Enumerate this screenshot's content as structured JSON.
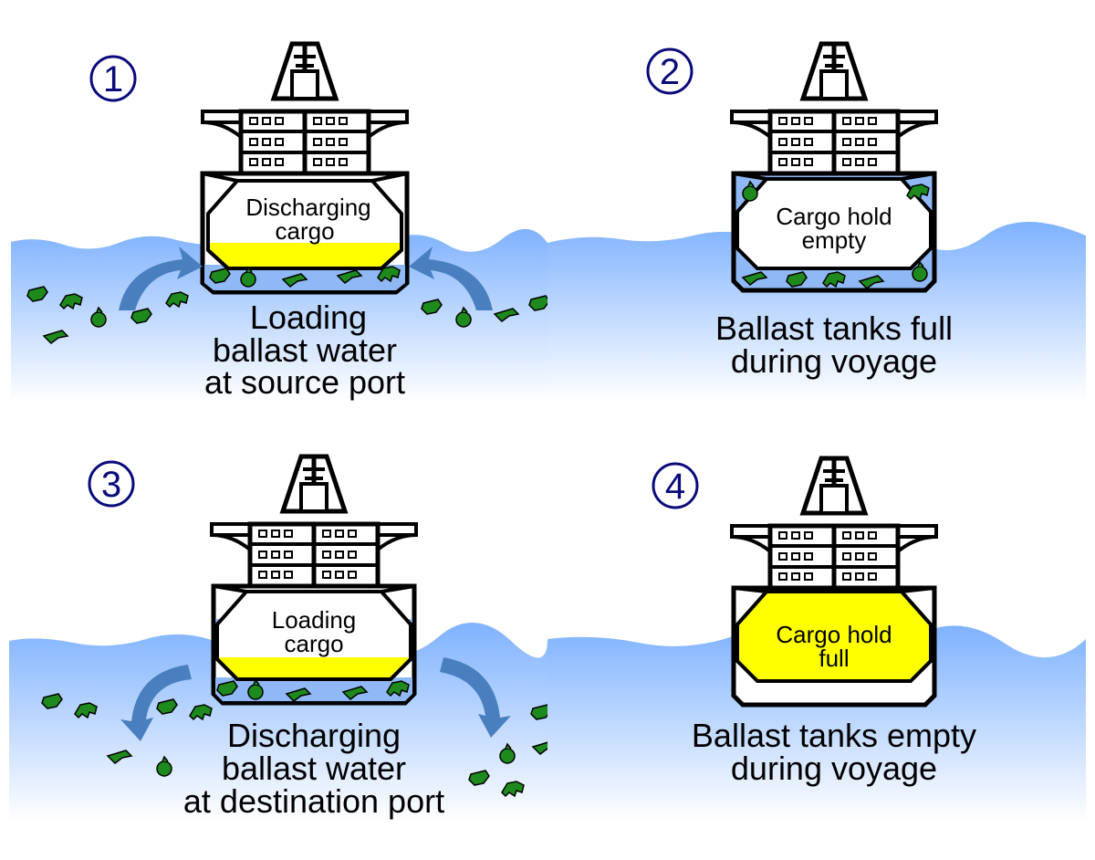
{
  "panels": [
    {
      "number": "1",
      "hold_label": [
        "Discharging",
        "cargo"
      ],
      "caption": [
        "Loading",
        "ballast water",
        "at source port"
      ]
    },
    {
      "number": "2",
      "hold_label": [
        "Cargo hold",
        "empty"
      ],
      "caption": [
        "Ballast tanks full",
        "during voyage"
      ]
    },
    {
      "number": "3",
      "hold_label": [
        "Loading",
        "cargo"
      ],
      "caption": [
        "Discharging",
        "ballast water",
        "at destination port"
      ]
    },
    {
      "number": "4",
      "hold_label": [
        "Cargo hold",
        "full"
      ],
      "caption": [
        "Ballast tanks empty",
        "during voyage"
      ]
    }
  ],
  "colors": {
    "water": "#7fb2ff",
    "ballast": "#8fb8f5",
    "cargo": "#ffff00",
    "organism": "#1e8a1e",
    "arrow": "#4a7fbf",
    "number": "#0a0a7a"
  }
}
